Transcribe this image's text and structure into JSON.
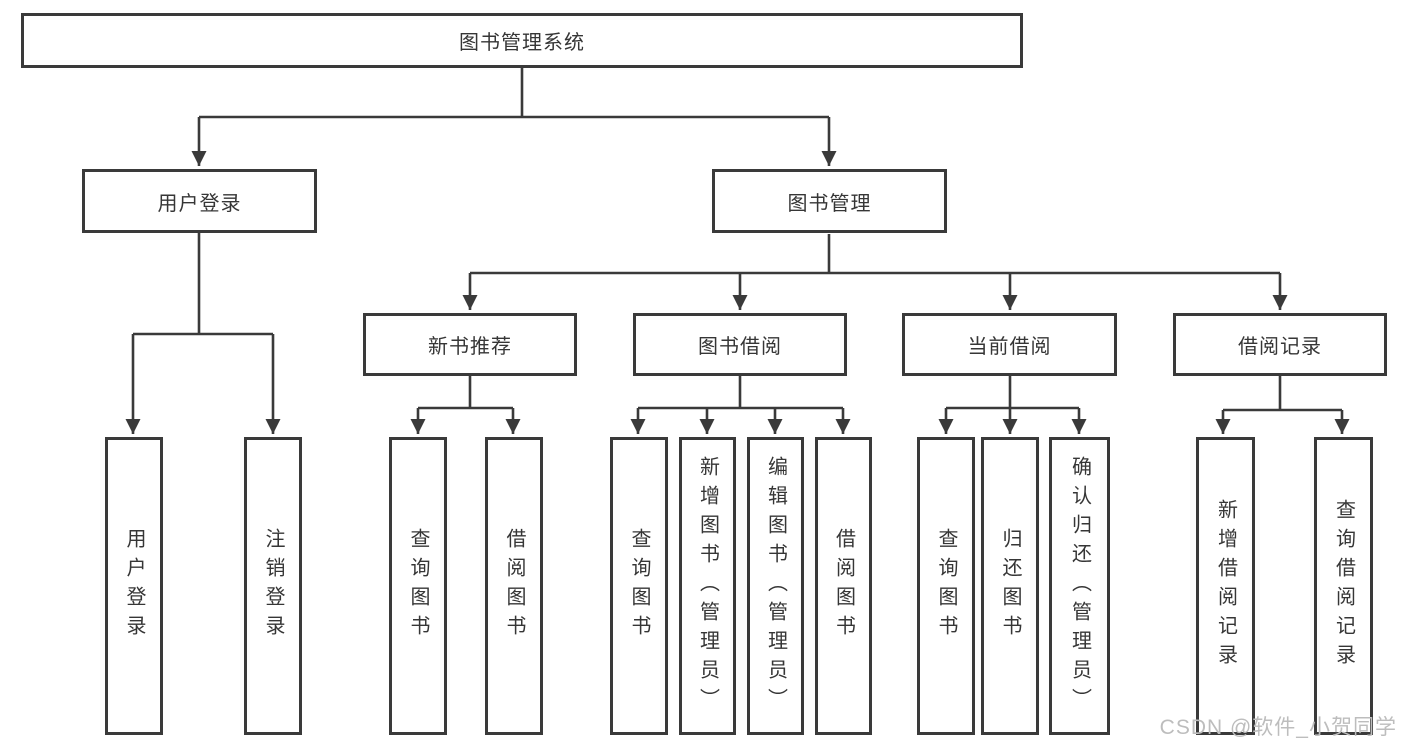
{
  "diagram": {
    "title": "图书管理系统",
    "level2": {
      "user_login": "用户登录",
      "book_mgmt": "图书管理"
    },
    "level3": {
      "new_books": "新书推荐",
      "borrowing": "图书借阅",
      "current": "当前借阅",
      "records": "借阅记录"
    },
    "leaves": {
      "login": "用户登录",
      "logout": "注销登录",
      "nb_query": "查询图书",
      "nb_borrow": "借阅图书",
      "bw_query": "查询图书",
      "bw_add": "新增图书（管理员）",
      "bw_edit": "编辑图书（管理员）",
      "bw_borrow": "借阅图书",
      "cu_query": "查询图书",
      "cu_return": "归还图书",
      "cu_confirm": "确认归还（管理员）",
      "rc_add": "新增借阅记录",
      "rc_query": "查询借阅记录"
    }
  },
  "watermark": "CSDN @软件_小贺同学",
  "colors": {
    "line": "#3a3a3a",
    "box_border": "#3a3a3a",
    "text": "#363636",
    "watermark": "#bdbdbd",
    "background": "#ffffff"
  }
}
